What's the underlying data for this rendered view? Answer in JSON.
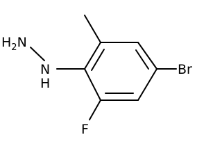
{
  "atoms": {
    "h2n": {
      "main": "H",
      "sub": "2",
      "tail": "N"
    },
    "nh": {
      "top": "N",
      "bottom": "H"
    },
    "br": "Br",
    "f": "F"
  }
}
